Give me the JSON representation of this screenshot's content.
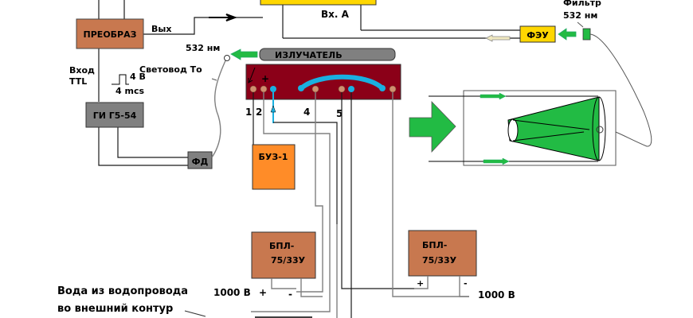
{
  "diagram": {
    "blocks": {
      "preobraz": {
        "label": "ПРЕОБРАЗ",
        "color": "#c8784f"
      },
      "gi": {
        "label": "ГИ Г5-54",
        "color": "#808080"
      },
      "fd": {
        "label": "ФД",
        "color": "#808080"
      },
      "osc": {
        "label": "",
        "color": "#ffd700"
      },
      "feu": {
        "label": "ФЭУ",
        "color": "#ffd700"
      },
      "emitter": {
        "label": "ИЗЛУЧАТЕЛЬ",
        "color": "#808080"
      },
      "emitter_body": {
        "color": "#8b0018"
      },
      "buz": {
        "label": "БУЗ-1",
        "color": "#ff8c28"
      },
      "bpl_left": {
        "label_line1": "БПЛ-",
        "label_line2": "75/33У",
        "color": "#c8784f"
      },
      "bpl_right": {
        "label_line1": "БПЛ-",
        "label_line2": "75/33У",
        "color": "#c8784f"
      }
    },
    "labels": {
      "vyh": "Вых",
      "vh_a": "Вх. А",
      "vhod": "Вход",
      "ttl": "TTL",
      "pulse_amp": "4 В",
      "pulse_dur": "4 mcs",
      "nm532": "532 нм",
      "svetovod": "Световод То",
      "filter": "Фильтр",
      "filter_nm": "532 нм",
      "pin1": "1",
      "pin2": "2",
      "pin4": "4",
      "pin5": "5",
      "plus_mark": "+",
      "v1000_left": "1000 В",
      "plus_left": "+",
      "minus_left": "-",
      "plus_right": "+",
      "minus_right": "-",
      "v1000_right": "1000 В",
      "water_line1": "Вода из водопровода",
      "water_line2": "во внешний контур"
    },
    "colors": {
      "green": "#22bb44",
      "cyan": "#1ab0e0",
      "pin": "#d09070"
    }
  }
}
